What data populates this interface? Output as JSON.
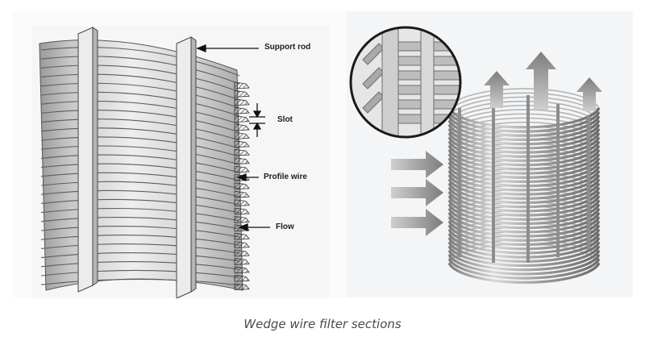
{
  "diagram": {
    "labels": {
      "support_rod": "Support rod",
      "slot": "Slot",
      "profile_wire": "Profile wire",
      "flow": "Flow"
    }
  },
  "caption": "Wedge wire filter sections",
  "colors": {
    "steel_light": "#e9e9e9",
    "steel_mid": "#b9b9b9",
    "steel_dark": "#6f6f6f",
    "arrow_gray": "#8a8a8a",
    "caption_text": "#4a4a4a"
  }
}
